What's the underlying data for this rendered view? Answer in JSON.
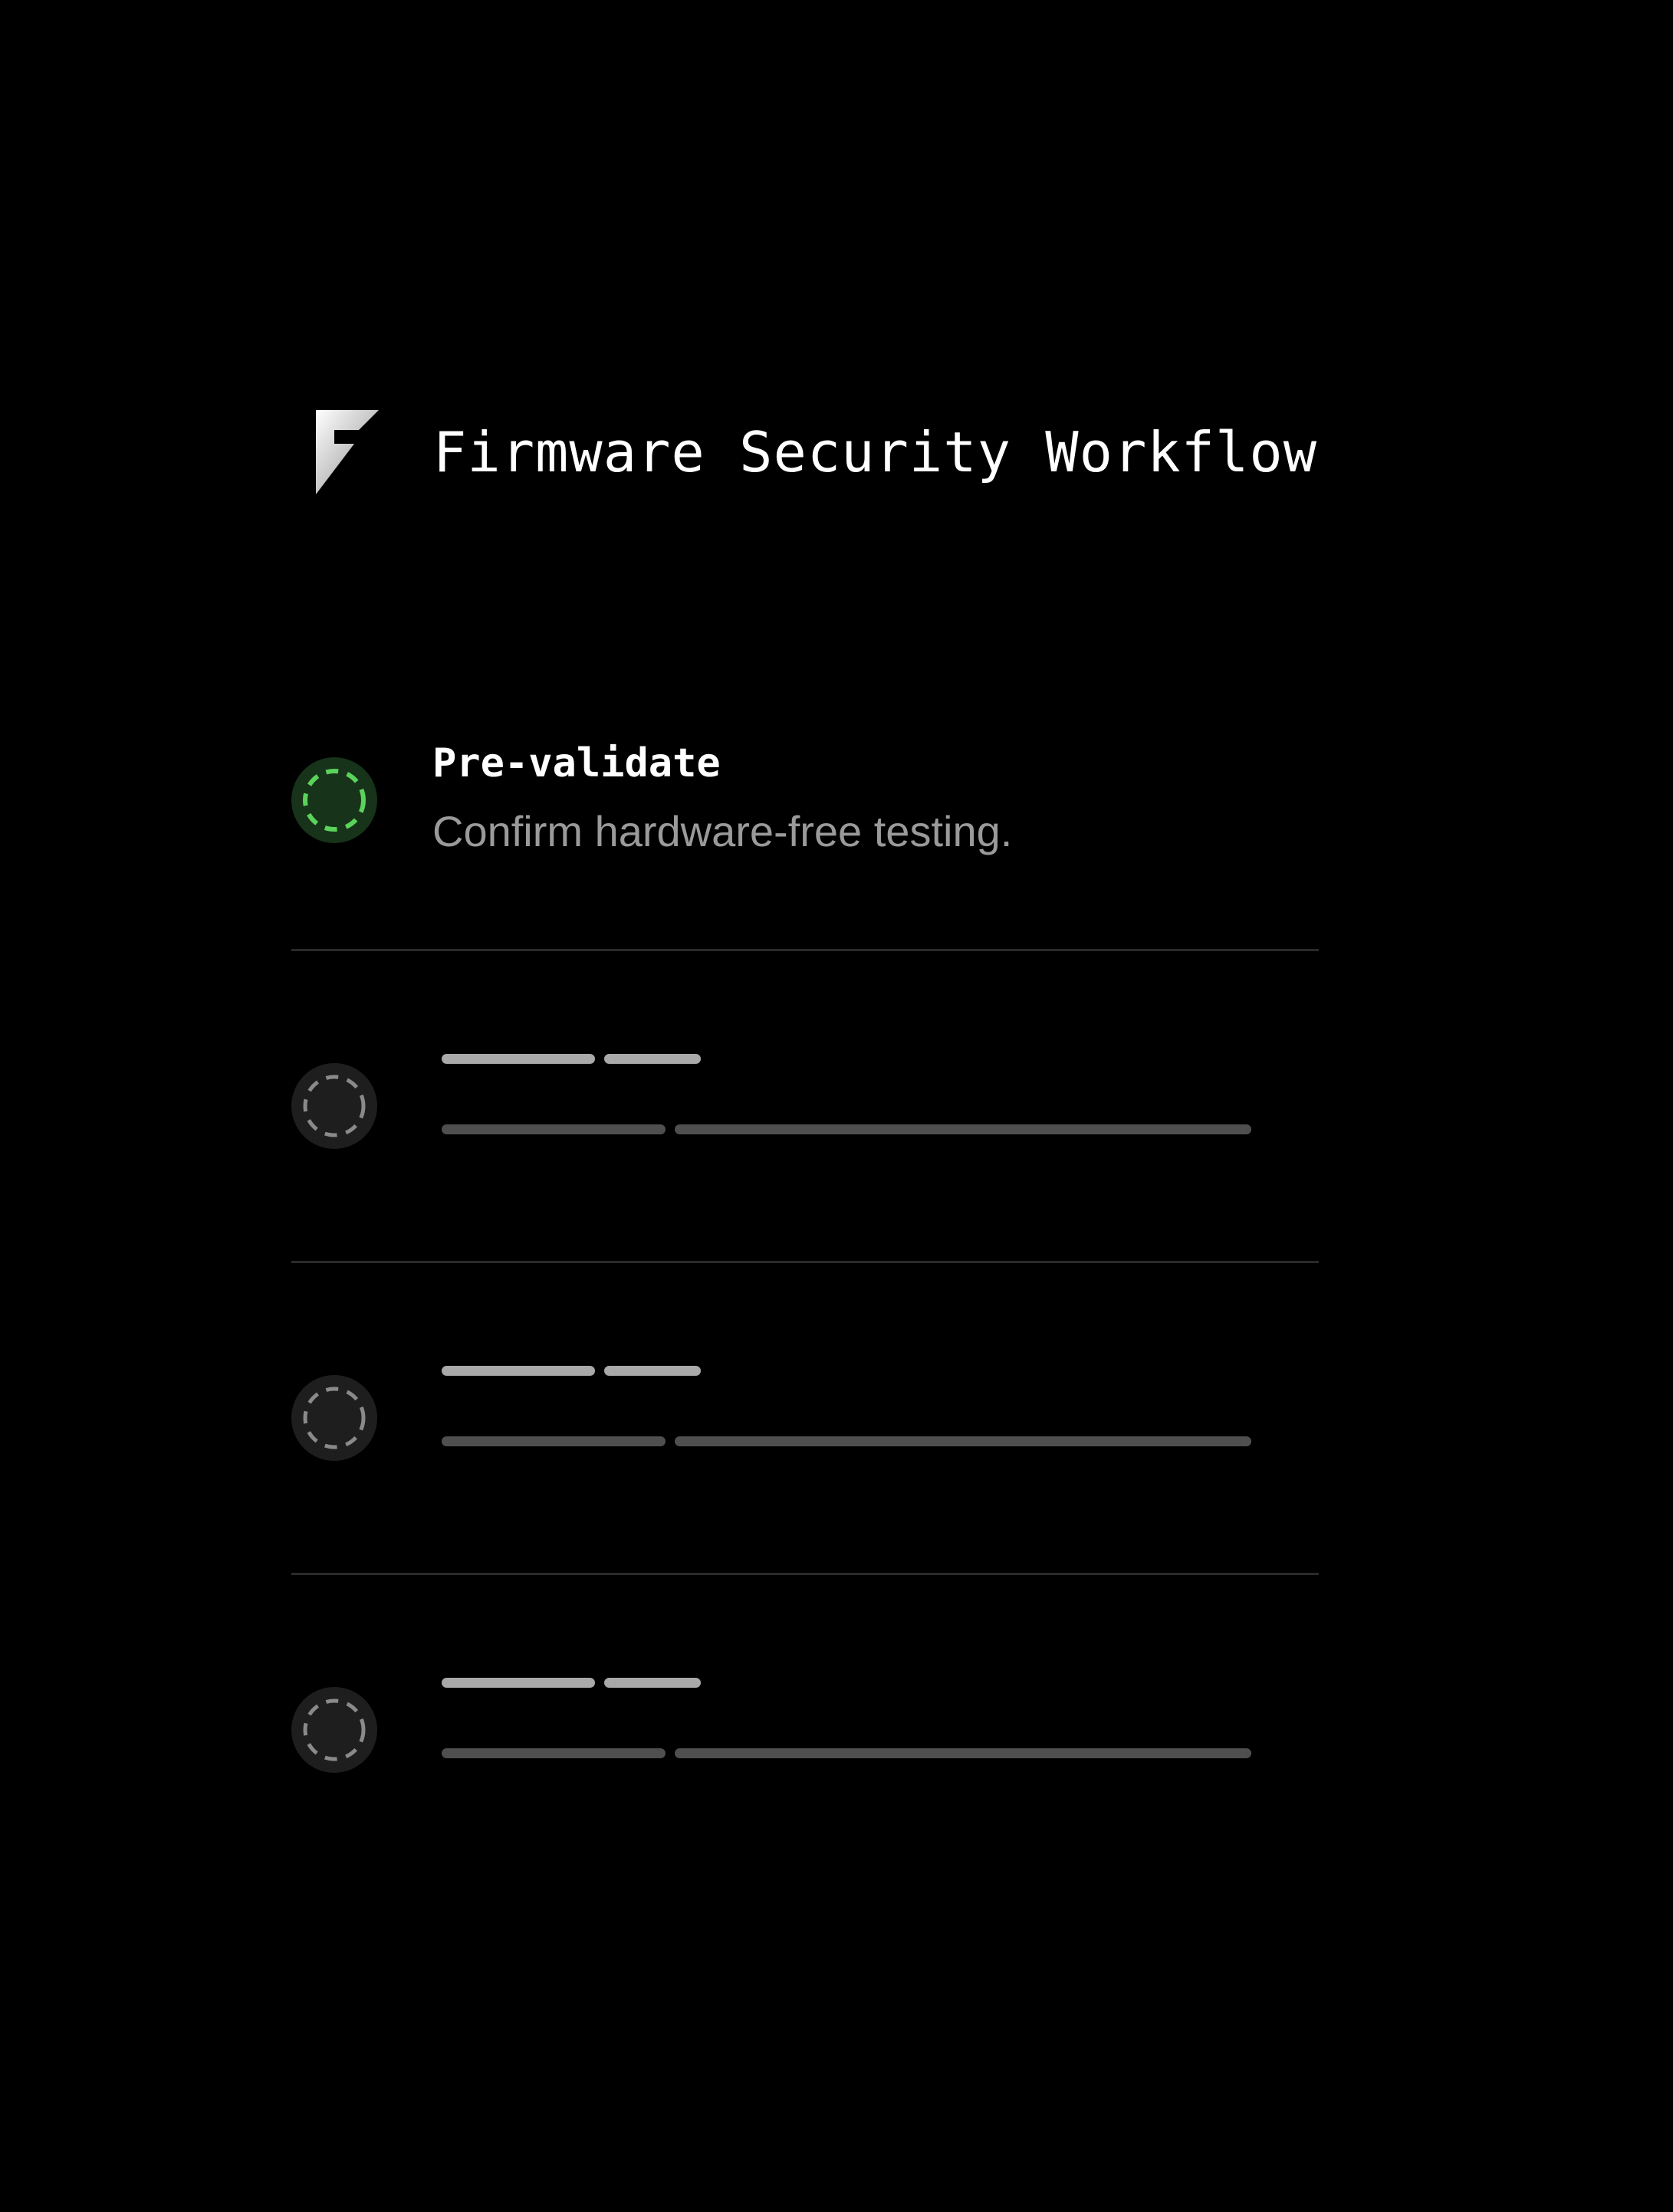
{
  "header": {
    "title": "Firmware Security Workflow",
    "logo_icon": "lightning-f-logo-icon"
  },
  "steps": [
    {
      "title": "Pre-validate",
      "description": "Confirm hardware-free testing.",
      "status": "active",
      "status_icon": "dashed-circle-icon",
      "status_color": "#5bd35b"
    },
    {
      "title": "",
      "description": "",
      "status": "pending",
      "status_icon": "dashed-circle-icon",
      "status_color": "#8a8a8a",
      "placeholder": true
    },
    {
      "title": "",
      "description": "",
      "status": "pending",
      "status_icon": "dashed-circle-icon",
      "status_color": "#8a8a8a",
      "placeholder": true
    },
    {
      "title": "",
      "description": "",
      "status": "pending",
      "status_icon": "dashed-circle-icon",
      "status_color": "#8a8a8a",
      "placeholder": true
    }
  ],
  "colors": {
    "background": "#000000",
    "active_accent": "#5bd35b",
    "divider": "#2a2a2a",
    "placeholder_title": "#a9a9a9",
    "placeholder_desc": "#4f4f4f",
    "description_text": "#9a9a9a"
  }
}
